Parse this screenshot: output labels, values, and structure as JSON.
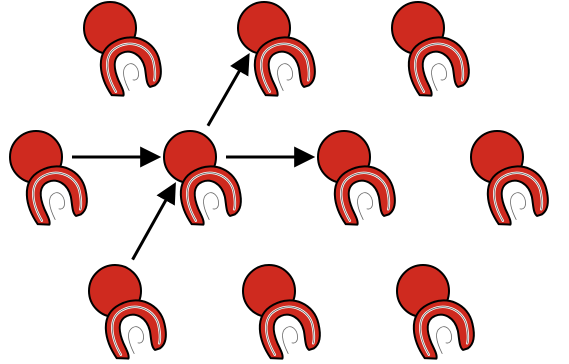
{
  "colors": {
    "background": "#ffffff",
    "node_fill": "#cf2a1f",
    "outline": "#000000",
    "arrow": "#000000"
  },
  "icons": {
    "node": "red-circle-node",
    "companion": "red-u-shaped-glyph-icon"
  },
  "nodes": [
    {
      "id": "top-left"
    },
    {
      "id": "top-center"
    },
    {
      "id": "top-right"
    },
    {
      "id": "middle-left"
    },
    {
      "id": "middle-center"
    },
    {
      "id": "middle-right"
    },
    {
      "id": "middle-far-right"
    },
    {
      "id": "bottom-left"
    },
    {
      "id": "bottom-center"
    },
    {
      "id": "bottom-right"
    }
  ],
  "edges": [
    {
      "from": "middle-left",
      "to": "middle-center"
    },
    {
      "from": "bottom-left",
      "to": "middle-center"
    },
    {
      "from": "middle-center",
      "to": "top-center"
    },
    {
      "from": "middle-center",
      "to": "middle-right"
    }
  ]
}
